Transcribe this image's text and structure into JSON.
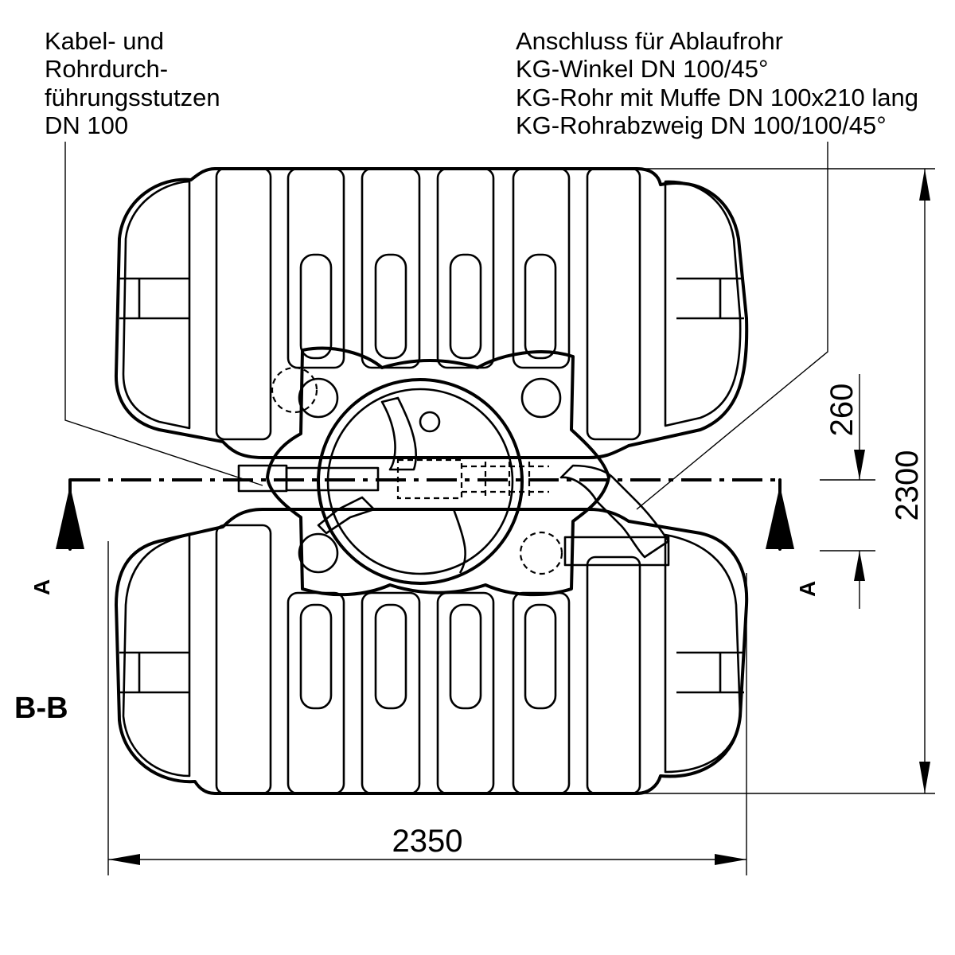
{
  "labels": {
    "left_callout": [
      "Kabel- und",
      "Rohrdurch-",
      "führungsstutzen",
      "DN 100"
    ],
    "right_callout": [
      "Anschluss für Ablaufrohr",
      "KG-Winkel DN 100/45°",
      "KG-Rohr mit Muffe DN 100x210 lang",
      "KG-Rohrabzweig DN 100/100/45°"
    ],
    "section_view": "B-B",
    "section_arrow_left": "A",
    "section_arrow_right": "A"
  },
  "dimensions": {
    "width": "2350",
    "height": "2300",
    "offset": "260"
  }
}
